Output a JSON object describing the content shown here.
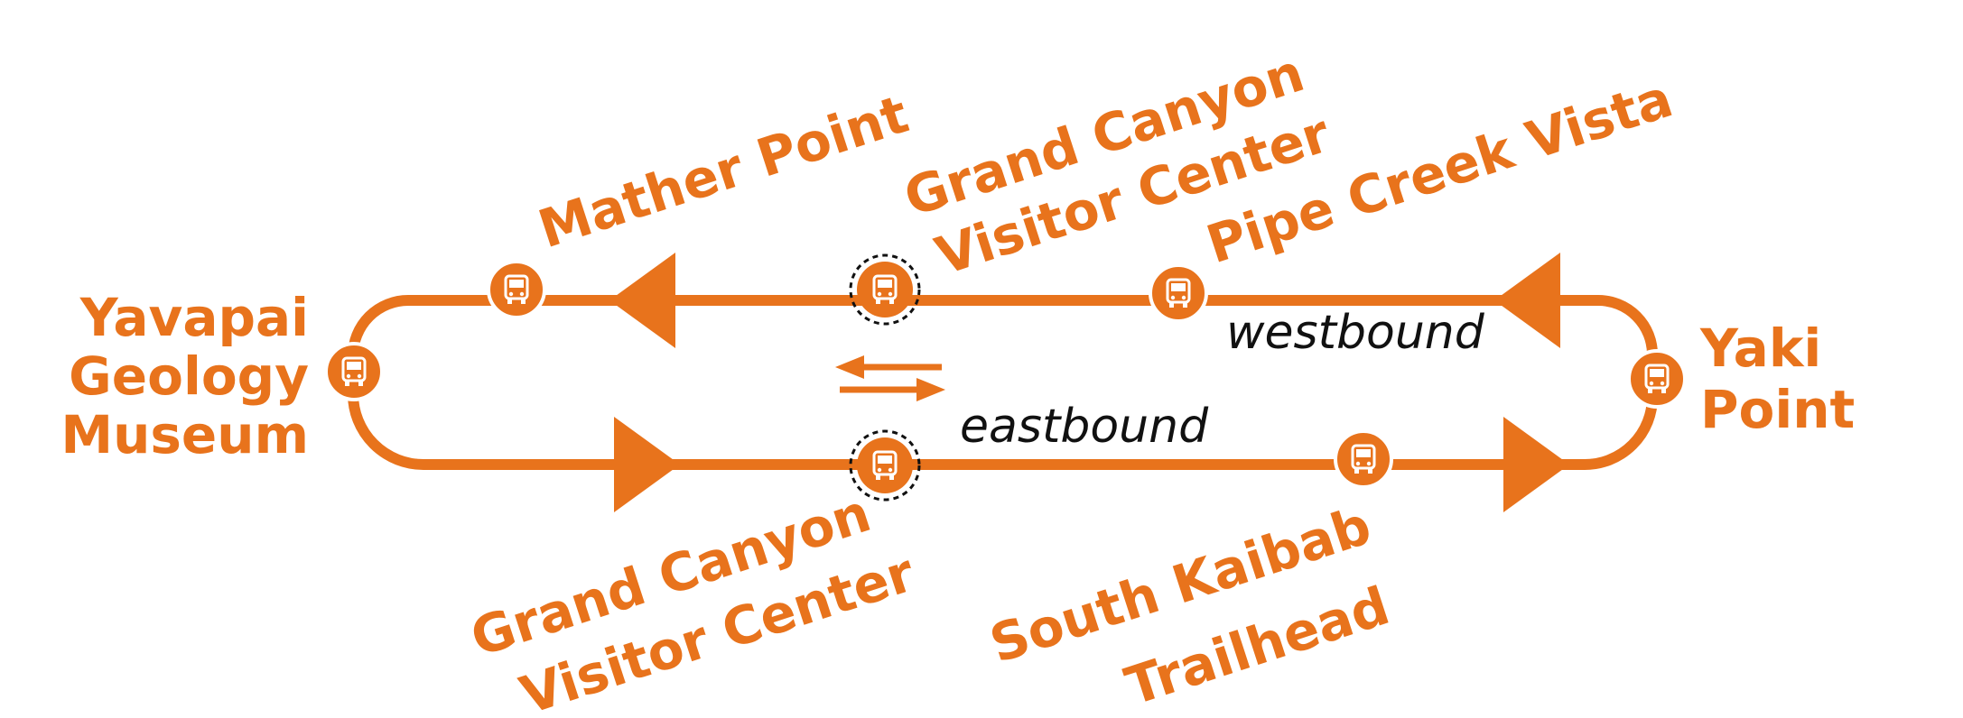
{
  "colors": {
    "route": "#e8731c",
    "text_dark": "#111111",
    "background": "#ffffff"
  },
  "stops": {
    "yavapai": {
      "line1": "Yavapai",
      "line2": "Geology",
      "line3": "Museum",
      "icon": "bus-icon"
    },
    "mather_point": {
      "label": "Mather Point",
      "icon": "bus-icon"
    },
    "visitor_center_west": {
      "line1": "Grand Canyon",
      "line2": "Visitor Center",
      "icon": "bus-icon",
      "transfer": true
    },
    "pipe_creek": {
      "label": "Pipe Creek Vista",
      "icon": "bus-icon"
    },
    "yaki_point": {
      "line1": "Yaki",
      "line2": "Point",
      "icon": "bus-icon"
    },
    "visitor_center_east": {
      "line1": "Grand Canyon",
      "line2": "Visitor Center",
      "icon": "bus-icon",
      "transfer": true
    },
    "south_kaibab": {
      "line1": "South Kaibab",
      "line2": "Trailhead",
      "icon": "bus-icon"
    }
  },
  "directions": {
    "westbound": "westbound",
    "eastbound": "eastbound"
  },
  "icons": {
    "transfer": "bidirectional-arrows-icon",
    "direction_arrow": "triangle-arrow-icon"
  }
}
